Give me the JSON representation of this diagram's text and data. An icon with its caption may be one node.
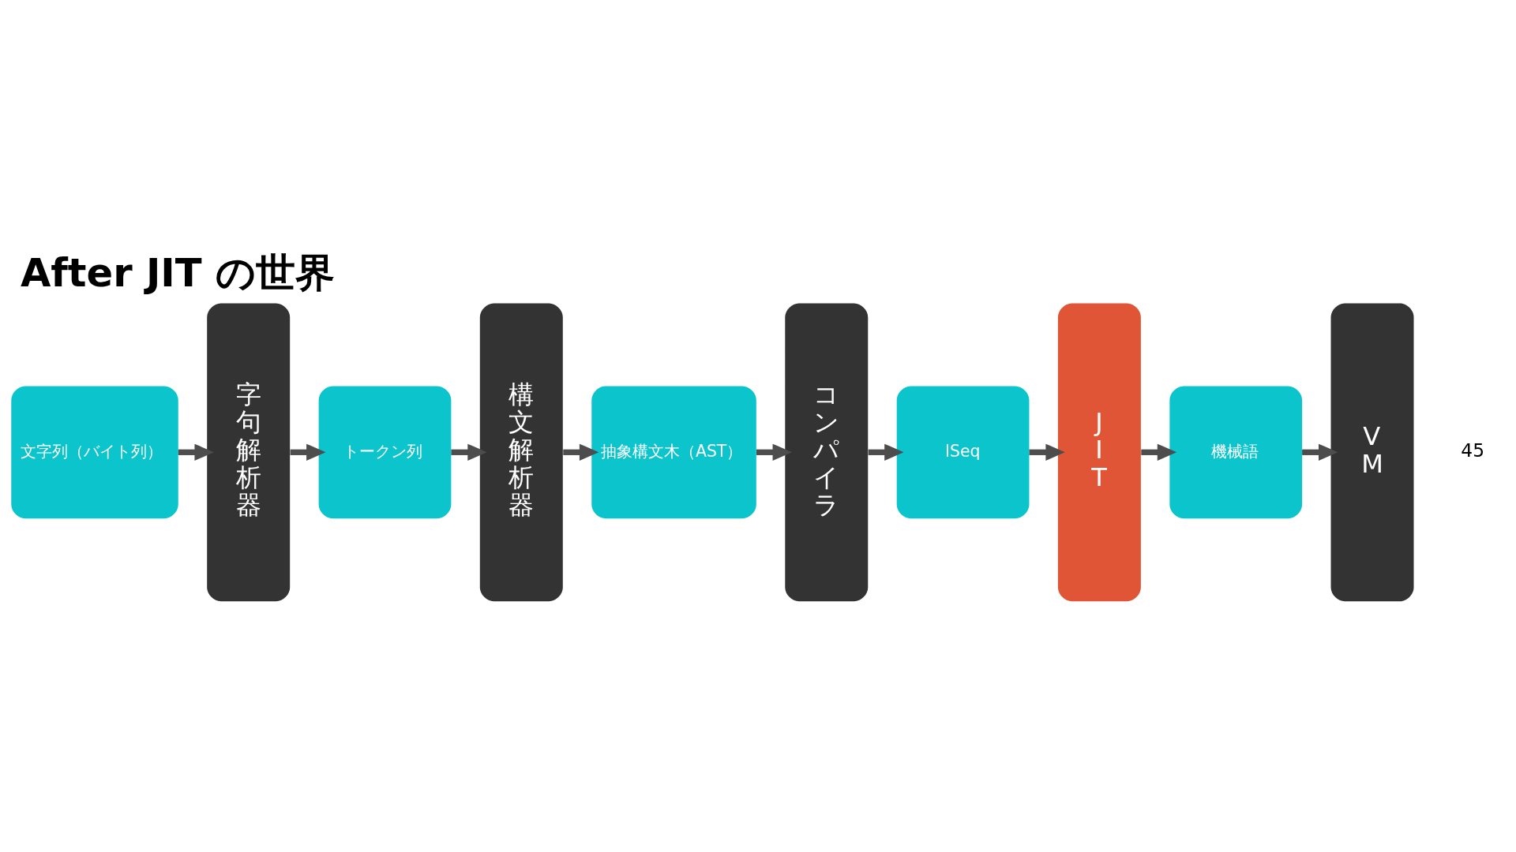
{
  "diagram": {
    "title": "After JIT の世界",
    "nodes": [
      {
        "text": [
          "文字列（バイト列）"
        ]
      },
      {
        "text": [
          "字句解析器"
        ]
      },
      {
        "text": [
          "トークン列"
        ]
      },
      {
        "text": [
          "構文解析器"
        ]
      },
      {
        "text": [
          "抽象構文木（AST）"
        ]
      },
      {
        "text": [
          "コンパイラ"
        ]
      },
      {
        "text": [
          "ISeq"
        ]
      },
      {
        "text": [
          "JIT"
        ]
      },
      {
        "text": [
          "機械語"
        ]
      },
      {
        "text": [
          "VM"
        ]
      }
    ],
    "edges": [
      {
        "from": 0,
        "to": 1,
        "arrow": "to"
      },
      {
        "from": 1,
        "to": 2,
        "arrow": "to"
      },
      {
        "from": 2,
        "to": 3,
        "arrow": "to"
      },
      {
        "from": 3,
        "to": 4,
        "arrow": "to"
      },
      {
        "from": 4,
        "to": 5,
        "arrow": "to"
      },
      {
        "from": 5,
        "to": 6,
        "arrow": "to"
      },
      {
        "from": 6,
        "to": 7,
        "arrow": "to"
      },
      {
        "from": 7,
        "to": 8,
        "arrow": "to"
      },
      {
        "from": 8,
        "to": 9,
        "arrow": "to"
      }
    ],
    "labels": [
      "45"
    ]
  }
}
